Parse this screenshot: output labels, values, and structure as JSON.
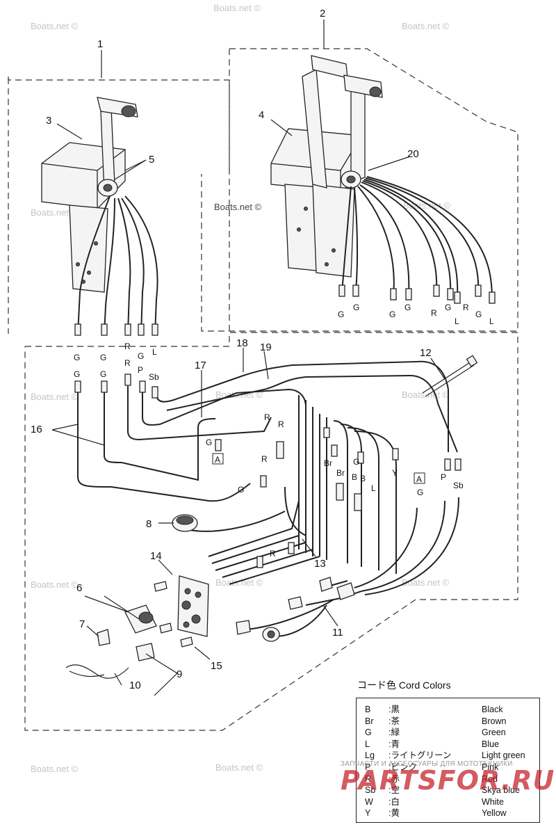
{
  "part_numbers": [
    "1",
    "2",
    "3",
    "4",
    "5",
    "6",
    "7",
    "8",
    "9",
    "10",
    "11",
    "12",
    "13",
    "14",
    "15",
    "16",
    "17",
    "18",
    "19",
    "20"
  ],
  "wire_labels_top": [
    "G",
    "G",
    "G",
    "G",
    "R",
    "L",
    "G",
    "R",
    "G",
    "L"
  ],
  "wire_labels_left": [
    "G",
    "G",
    "G",
    "G",
    "R",
    "R",
    "G",
    "P",
    "L",
    "Sb"
  ],
  "wire_labels_mid": [
    "R",
    "R",
    "G",
    "R",
    "G",
    "Br",
    "G",
    "B",
    "L",
    "Y",
    "G",
    "Br",
    "B",
    "P",
    "Sb",
    "R"
  ],
  "box_marker": "A",
  "watermark": "Boats.net ©",
  "legend": {
    "title": "コード色  Cord Colors",
    "rows": [
      {
        "code": "B",
        "jp": ":黒",
        "en": "Black"
      },
      {
        "code": "Br",
        "jp": ":茶",
        "en": "Brown"
      },
      {
        "code": "G",
        "jp": ":緑",
        "en": "Green"
      },
      {
        "code": "L",
        "jp": ":青",
        "en": "Blue"
      },
      {
        "code": "Lg",
        "jp": ":ライトグリーン",
        "en": "Light green"
      },
      {
        "code": "P",
        "jp": ":ピンク",
        "en": "Pink"
      },
      {
        "code": "R",
        "jp": ":赤",
        "en": "Red"
      },
      {
        "code": "Sb",
        "jp": ":空",
        "en": "Skya blue"
      },
      {
        "code": "W",
        "jp": ":白",
        "en": "White"
      },
      {
        "code": "Y",
        "jp": ":黄",
        "en": "Yellow"
      }
    ]
  },
  "shop": {
    "tagline": "ЗАПЧАСТИ И АКСЕССУАРЫ ДЛЯ МОТОТЕХНИКИ",
    "brand": "PARTSFOR.RU"
  }
}
